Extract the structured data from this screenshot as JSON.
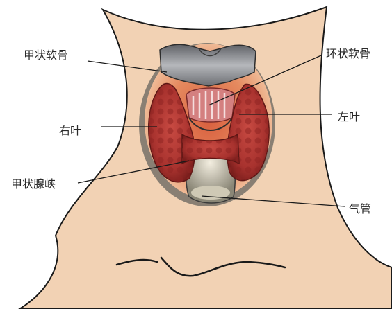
{
  "labels": {
    "thyroid_cartilage": "甲状软骨",
    "cricoid_cartilage": "环状软骨",
    "right_lobe": "右叶",
    "left_lobe": "左叶",
    "isthmus": "甲状腺峡",
    "trachea": "气管"
  },
  "colors": {
    "skin": "#f2d2b4",
    "outline": "#1a1a1a",
    "cartilage": "#8d8f93",
    "gland": "#c0443c",
    "gland_dark": "#7a1e1c",
    "glow": "#e08a5c"
  }
}
